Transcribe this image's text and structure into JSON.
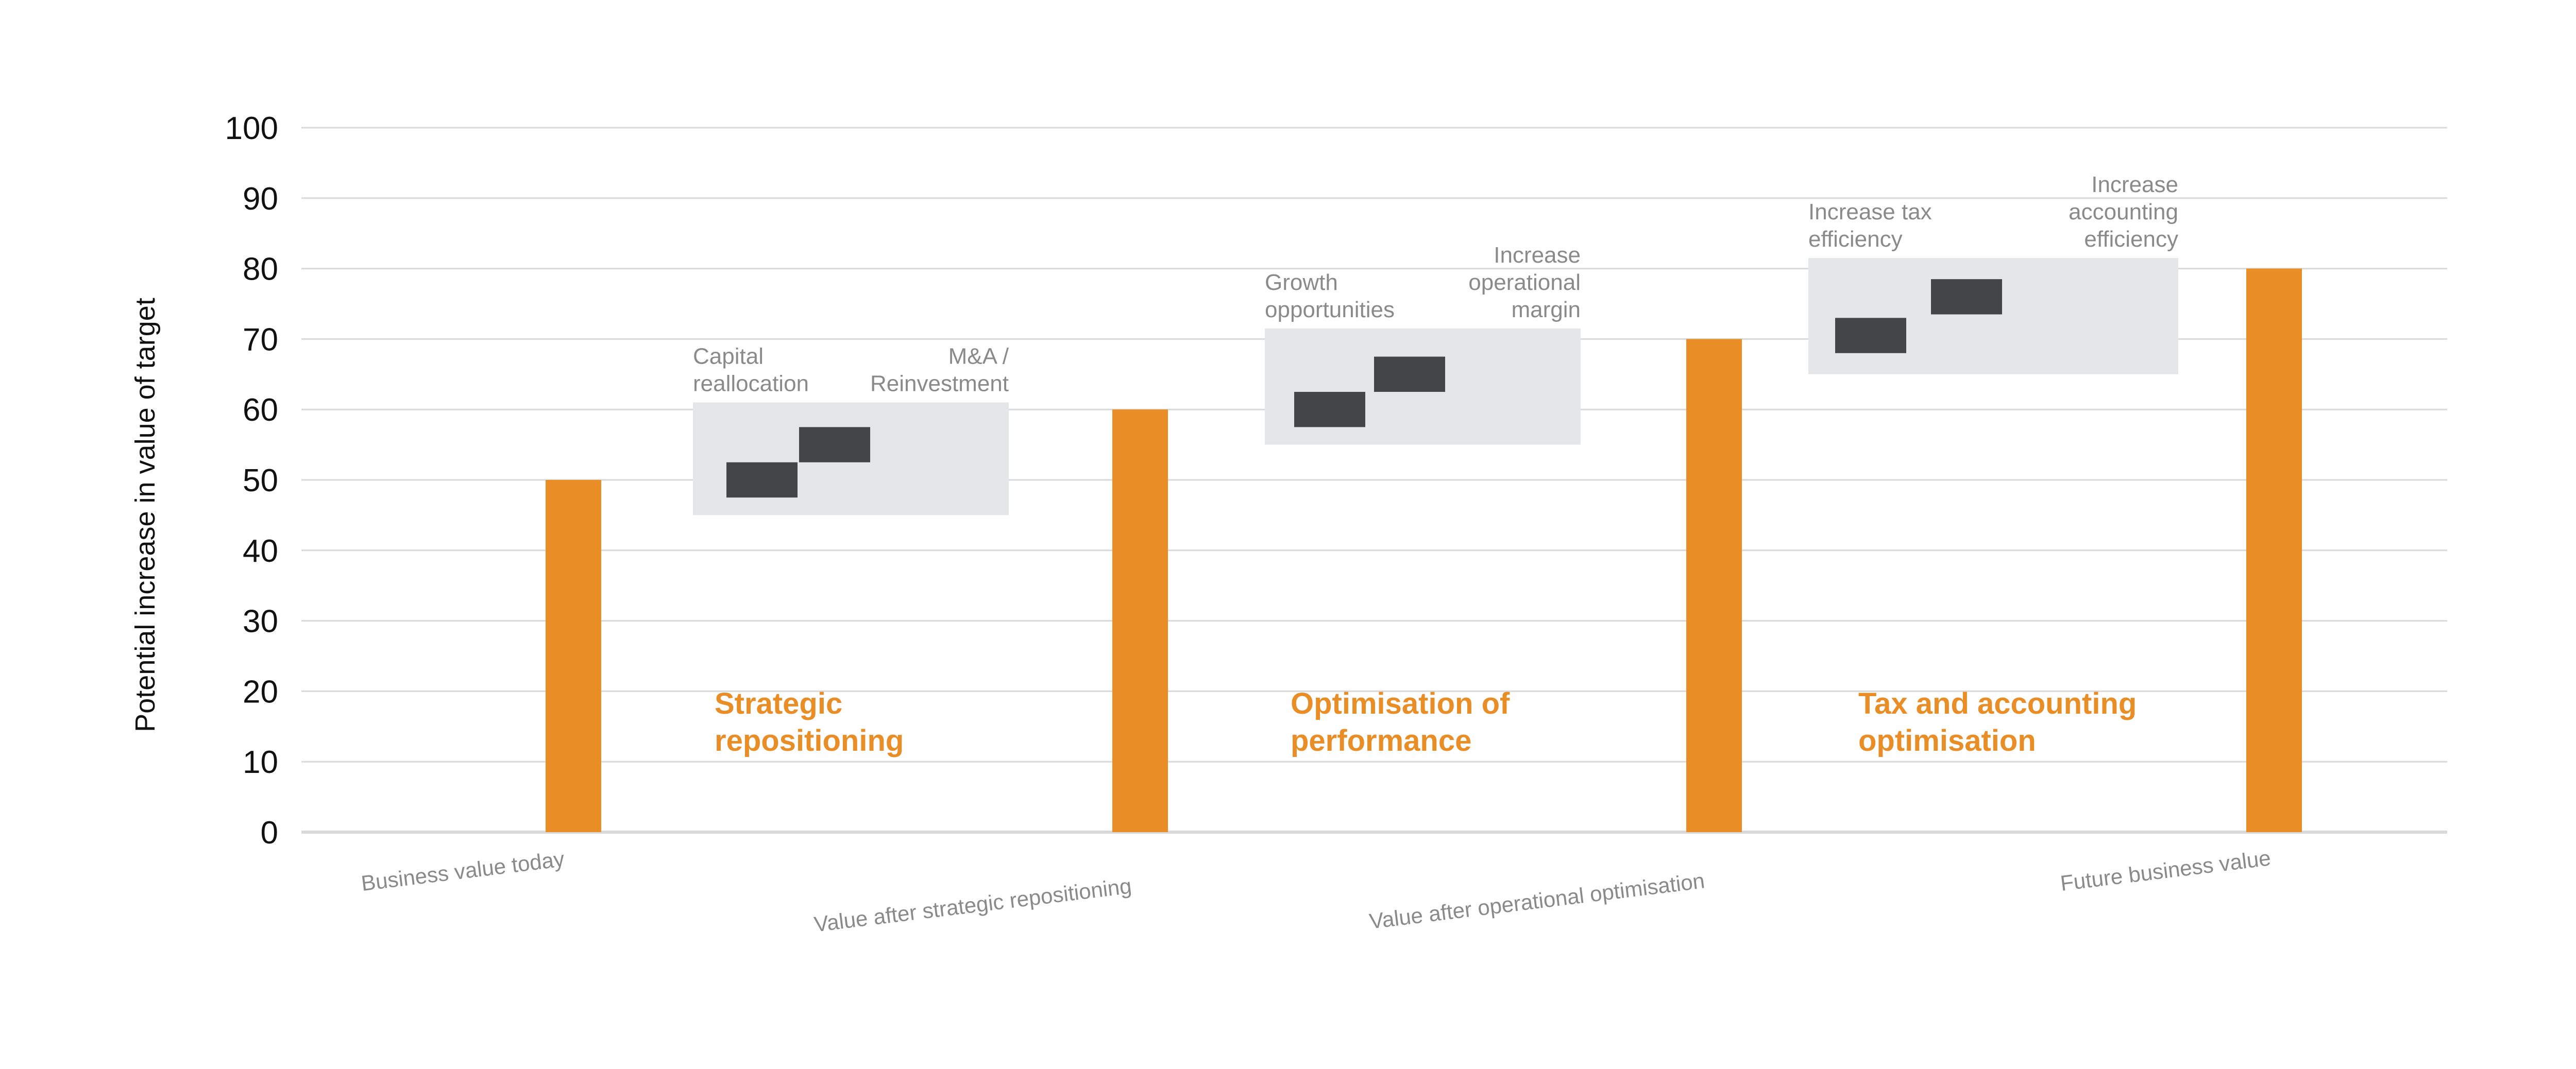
{
  "chart_data": {
    "type": "bar",
    "ylabel": "Potential increase in value of target",
    "ylim": [
      0,
      100
    ],
    "yticks": [
      0,
      10,
      20,
      30,
      40,
      50,
      60,
      70,
      80,
      90,
      100
    ],
    "grid": true,
    "categories": [
      "Business value today",
      "Value after strategic repositioning",
      "Value after operational optimisation",
      "Future business value"
    ],
    "values": [
      50,
      60,
      70,
      80
    ],
    "bar_color": "#E98E26",
    "groups": [
      {
        "title_lines": [
          "Strategic",
          "repositioning"
        ],
        "range": [
          45,
          61
        ],
        "items": [
          {
            "label_lines": [
              "Capital",
              "reallocation"
            ],
            "low": 47.5,
            "high": 52.5
          },
          {
            "label_lines": [
              "M&A /",
              "Reinvestment"
            ],
            "low": 52.5,
            "high": 57.5
          }
        ]
      },
      {
        "title_lines": [
          "Optimisation of",
          "performance"
        ],
        "range": [
          55,
          71.5
        ],
        "items": [
          {
            "label_lines": [
              "Growth",
              "opportunities"
            ],
            "low": 57.5,
            "high": 62.5
          },
          {
            "label_lines": [
              "Increase",
              "operational",
              "margin"
            ],
            "low": 62.5,
            "high": 67.5
          }
        ]
      },
      {
        "title_lines": [
          "Tax and accounting",
          "optimisation"
        ],
        "range": [
          65,
          81.5
        ],
        "items": [
          {
            "label_lines": [
              "Increase tax",
              "efficiency"
            ],
            "low": 68,
            "high": 73
          },
          {
            "label_lines": [
              "Increase",
              "accounting",
              "efficiency"
            ],
            "low": 73.5,
            "high": 78.5
          }
        ]
      }
    ],
    "colors": {
      "bar": "#E98E26",
      "group_title": "#E98E26",
      "range_box": "#E5E6E7",
      "marker": "#444546",
      "gridline": "#D9D9D9",
      "tick_label": "#111111",
      "category_label": "#8A8A8A"
    }
  }
}
